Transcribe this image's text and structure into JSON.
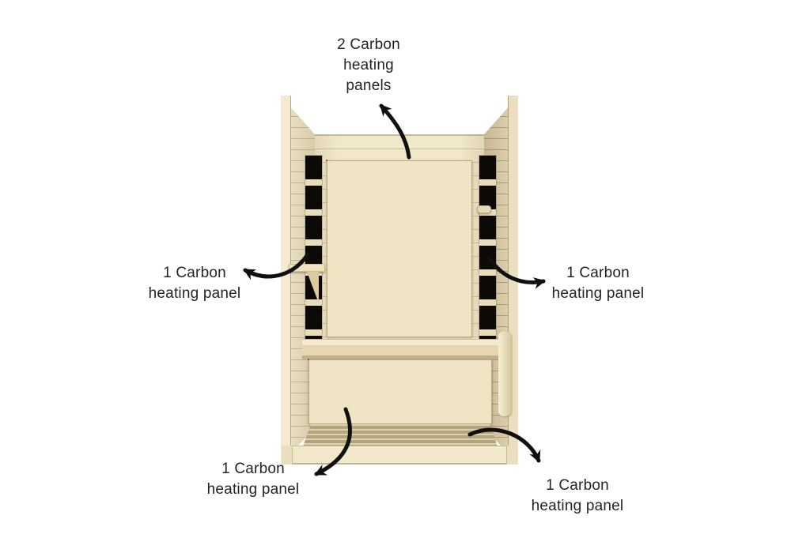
{
  "figure": {
    "title": "Infrared sauna carbon heating panel locations",
    "back_grid": {
      "rows": 7,
      "cols": 2
    },
    "under_bench_grid": {
      "rows": 1,
      "cols": 8
    }
  },
  "annotations": {
    "top": {
      "lines": [
        "2 Carbon",
        "heating",
        "panels"
      ]
    },
    "left": {
      "lines": [
        "1 Carbon",
        "heating panel"
      ]
    },
    "right": {
      "lines": [
        "1 Carbon",
        "heating panel"
      ]
    },
    "bottom_left": {
      "lines": [
        "1 Carbon",
        "heating panel"
      ]
    },
    "bottom_right": {
      "lines": [
        "1 Carbon",
        "heating panel"
      ]
    }
  },
  "colors": {
    "background": "#ffffff",
    "text": "#242424",
    "arrow": "#101010",
    "wood_light": "#f1e7c9",
    "wood_mid": "#e6d9b6",
    "wood_dark": "#d9c8a2",
    "wood_edge": "#f3ead0",
    "rail": "#efe4c4",
    "panel_black": "#0c0a07",
    "floor": "#b3a47c"
  }
}
